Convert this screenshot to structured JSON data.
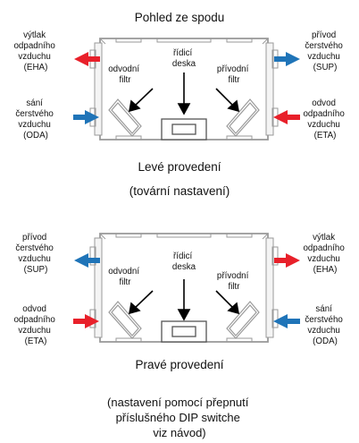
{
  "top": {
    "title": "Pohled ze spodu",
    "left_out": [
      "výtlak",
      "odpadního",
      "vzduchu",
      "(EHA)"
    ],
    "left_in": [
      "sání",
      "čerstvého",
      "vzduchu",
      "(ODA)"
    ],
    "right_out": [
      "přívod",
      "čerstvého",
      "vzduchu",
      "(SUP)"
    ],
    "right_in": [
      "odvod",
      "odpadního",
      "vzduchu",
      "(ETA)"
    ],
    "filter_left": [
      "odvodní",
      "filtr"
    ],
    "board": [
      "řídicí",
      "deska"
    ],
    "filter_right": [
      "přívodní",
      "filtr"
    ],
    "caption": "Levé provedení",
    "caption_note": "(tovární nastavení)"
  },
  "bottom": {
    "left_out": [
      "přívod",
      "čerstvého",
      "vzduchu",
      "(SUP)"
    ],
    "left_in": [
      "odvod",
      "odpadního",
      "vzduchu",
      "(ETA)"
    ],
    "right_out": [
      "výtlak",
      "odpadního",
      "vzduchu",
      "(EHA)"
    ],
    "right_in": [
      "sání",
      "čerstvého",
      "vzduchu",
      "(ODA)"
    ],
    "filter_left": [
      "odvodní",
      "filtr"
    ],
    "board": [
      "řídicí",
      "deska"
    ],
    "filter_right": [
      "přívodní",
      "filtr"
    ],
    "caption": "Pravé provedení",
    "note": [
      "(nastavení pomocí přepnutí",
      "příslušného DIP switche",
      "viz návod)"
    ]
  },
  "colors": {
    "red": "#e8202a",
    "blue": "#1f74b8",
    "outline": "#9a9a9a"
  }
}
